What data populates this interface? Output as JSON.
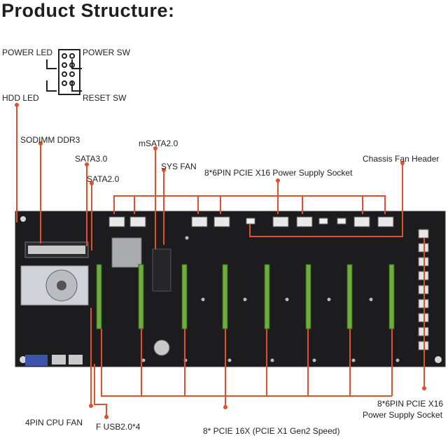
{
  "title": "Product Structure:",
  "labels": {
    "power_led": "POWER LED",
    "power_sw": "POWER SW",
    "hdd_led": "HDD  LED",
    "reset_sw": "RESET SW",
    "sodimm": "SODIMM DDR3",
    "sata3": "SATA3.0",
    "sata2": "SATA2.0",
    "msata": "mSATA2.0",
    "sys_fan": "SYS FAN",
    "pcie_power_top": "8*6PIN PCIE X16 Power Supply Socket",
    "chassis_fan": "Chassis Fan Header",
    "cpu_fan": "4PIN CPU FAN",
    "fusb": "F USB2.0*4",
    "pcie16x": "8* PCIE 16X (PCIE X1 Gen2 Speed)",
    "pcie_power_right_1": "8*6PIN PCIE X16",
    "pcie_power_right_2": "Power Supply Socket"
  },
  "colors": {
    "pcb": "#1c1c1e",
    "leader": "#e0502a",
    "slot": "#6fae3a",
    "slot_dark": "#2f5e1e",
    "heatsink": "#cfd2d6"
  },
  "pcie_slot_count": 8,
  "power_socket_count_top": 8,
  "chassis_fan_header_count": 10
}
